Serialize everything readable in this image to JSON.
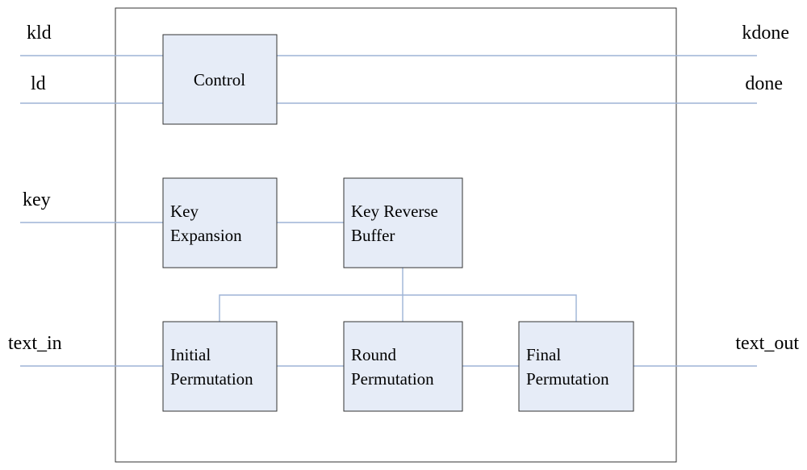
{
  "signals": {
    "kld": "kld",
    "ld": "ld",
    "key": "key",
    "text_in": "text_in",
    "kdone": "kdone",
    "done": "done",
    "text_out": "text_out"
  },
  "blocks": {
    "control": [
      "Control"
    ],
    "key_expansion": [
      "Key",
      "Expansion"
    ],
    "key_reverse_buffer": [
      "Key Reverse",
      "Buffer"
    ],
    "initial_permutation": [
      "Initial",
      "Permutation"
    ],
    "round_permutation": [
      "Round",
      "Permutation"
    ],
    "final_permutation": [
      "Final",
      "Permutation"
    ]
  },
  "colors": {
    "block_fill": "#e6ecf7",
    "wire": "#9db3d6",
    "border": "#333333"
  }
}
